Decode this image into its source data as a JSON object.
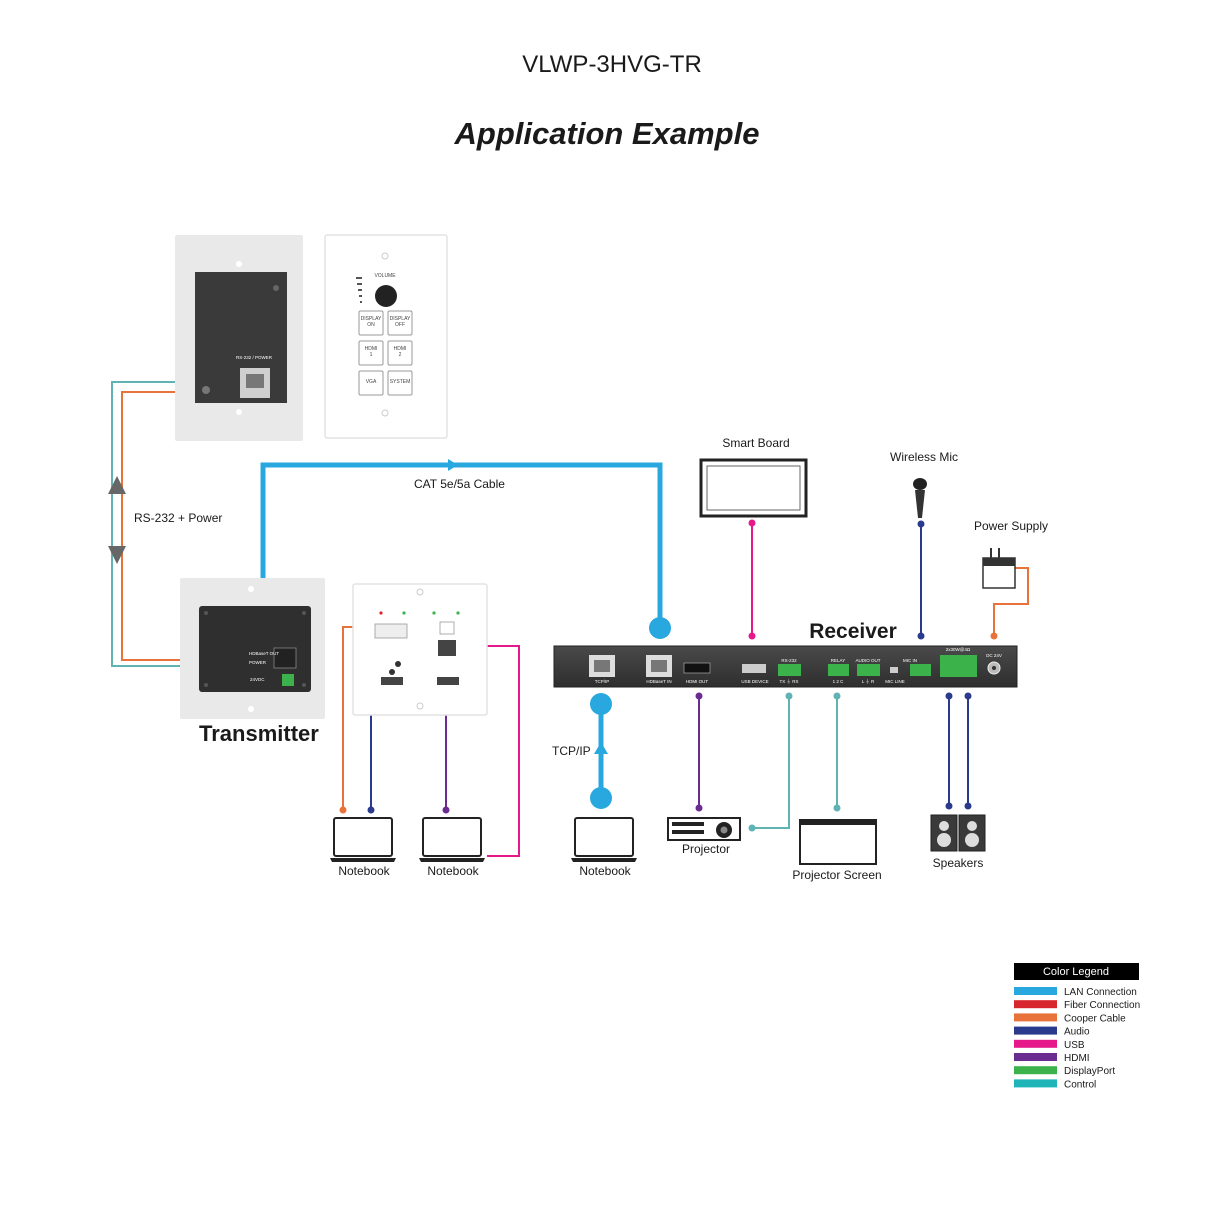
{
  "header": {
    "model": "VLWP-3HVG-TR",
    "title": "Application Example"
  },
  "labels": {
    "rs232_power": "RS-232 + Power",
    "cat_cable": "CAT 5e/5a Cable",
    "transmitter": "Transmitter",
    "receiver": "Receiver",
    "tcpip": "TCP/IP",
    "smart_board": "Smart Board",
    "wireless_mic": "Wireless Mic",
    "power_supply": "Power Supply",
    "notebook_1": "Notebook",
    "notebook_2": "Notebook",
    "notebook_3": "Notebook",
    "projector": "Projector",
    "projector_screen": "Projector Screen",
    "speakers": "Speakers"
  },
  "keypad": {
    "volume": "VOLUME",
    "rs232_port": "RS-232 / POWER",
    "buttons": [
      "DISPLAY ON",
      "DISPLAY OFF",
      "HDMI 1",
      "HDMI 2",
      "VGA",
      "SYSTEM"
    ]
  },
  "transmitter_panel": {
    "port_hdbaset": "HDBaseT OUT",
    "port_power": "POWER",
    "port_24v": "24VDC"
  },
  "receiver_ports": {
    "tcpip": "TCP/IP",
    "hdbaset_in": "HDBaseT IN",
    "hdmi_out": "HDMI OUT",
    "usb_device": "USB DEVICE",
    "rs232": "RS-232",
    "rs232_pins": "TX ⏚ RX",
    "relay": "RELAY",
    "relay_pins": "1  2  C",
    "audio_out": "AUDIO OUT",
    "audio_pins": "L  ⏚  R",
    "mic_in": "MIC IN",
    "mic_line": "MIC LINE",
    "amp": "2x30W@4Ω",
    "dc24": "DC 24V"
  },
  "legend": {
    "title": "Color Legend",
    "items": [
      {
        "label": "LAN Connection",
        "color": "#29a8e0"
      },
      {
        "label": "Fiber Connection",
        "color": "#d7262e"
      },
      {
        "label": "Cooper Cable",
        "color": "#e8733a"
      },
      {
        "label": "Audio",
        "color": "#2a3a8c"
      },
      {
        "label": "USB",
        "color": "#e6198a"
      },
      {
        "label": "HDMI",
        "color": "#6b2c91"
      },
      {
        "label": "DisplayPort",
        "color": "#3cb34a"
      },
      {
        "label": "Control",
        "color": "#1fb5b8"
      }
    ]
  },
  "colors": {
    "lan": "#29a8e0",
    "copper": "#e8733a",
    "audio": "#2a3a8c",
    "usb": "#e6198a",
    "hdmi": "#6b2c91",
    "control": "#5fb3b3",
    "device_dark": "#3a3a3a"
  }
}
